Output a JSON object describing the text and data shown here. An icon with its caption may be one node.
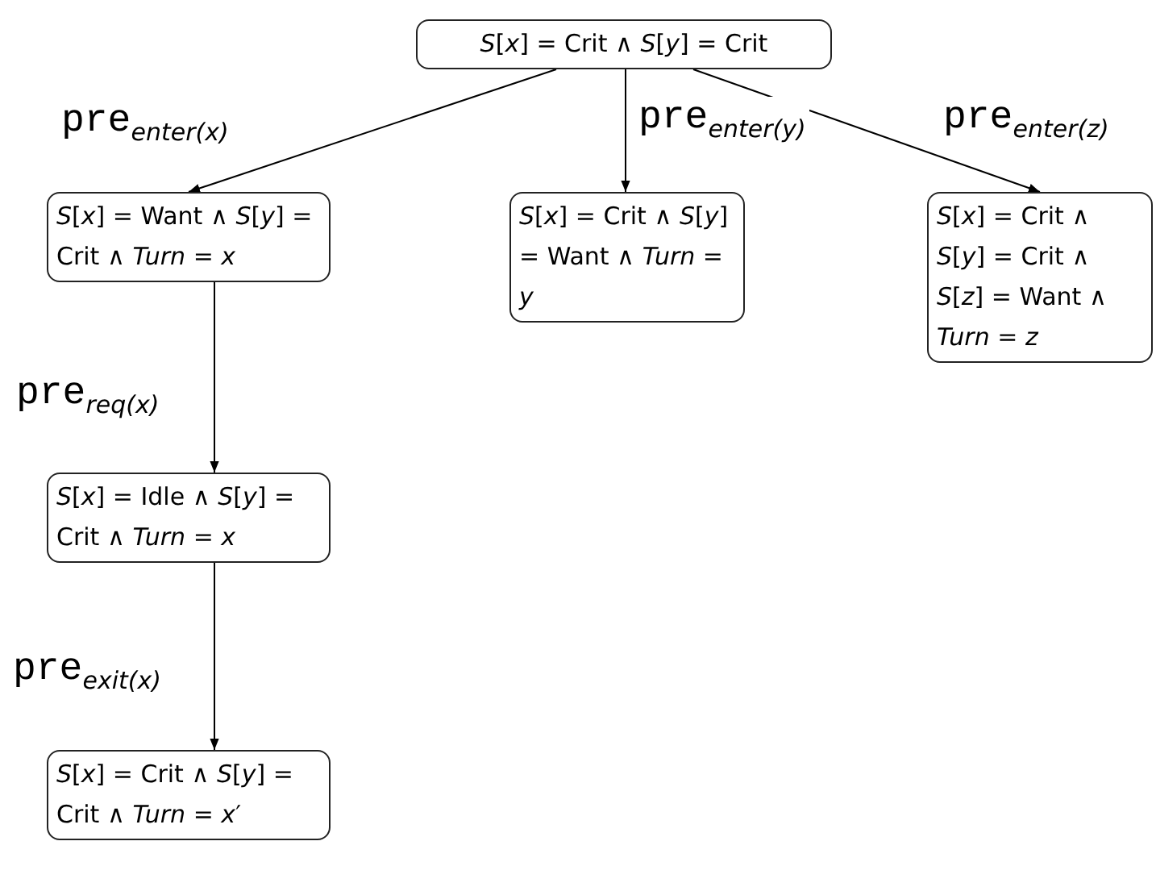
{
  "diagram": {
    "nodes": [
      {
        "text": [
          "*S*[*x*] = Crit ∧ *S*[*y*] = Crit"
        ]
      },
      {
        "text": [
          "*S*[*x*] = Want ∧ *S*[*y*] = Crit ∧ *Turn* = *x*"
        ]
      },
      {
        "text": [
          "*S*[*x*] = Crit ∧ *S*[*y*] = Want ∧ *Turn* = *y*"
        ]
      },
      {
        "text": [
          "*S*[*x*] = Crit ∧ *S*[*y*] = Crit ∧ *S*[*z*] = Want ∧ *Turn* = *z*"
        ]
      },
      {
        "text": [
          "*S*[*x*] = Idle ∧ *S*[*y*] = Crit ∧ *Turn* = *x*"
        ]
      },
      {
        "text": [
          "*S*[*x*] = Crit ∧ *S*[*y*] = Crit ∧ *Turn* = *x*′"
        ]
      }
    ],
    "edges": [
      {
        "from": 0,
        "to": 1,
        "arrow": "to",
        "label": "pre$_{enter(x)}$"
      },
      {
        "from": 0,
        "to": 2,
        "arrow": "to",
        "label": "pre$_{enter(y)}$"
      },
      {
        "from": 0,
        "to": 3,
        "arrow": "to",
        "label": "pre$_{enter(z)}$"
      },
      {
        "from": 1,
        "to": 4,
        "arrow": "to",
        "label": "pre$_{req(x)}$"
      },
      {
        "from": 4,
        "to": 5,
        "arrow": "to",
        "label": "pre$_{exit(x)}$"
      }
    ]
  }
}
